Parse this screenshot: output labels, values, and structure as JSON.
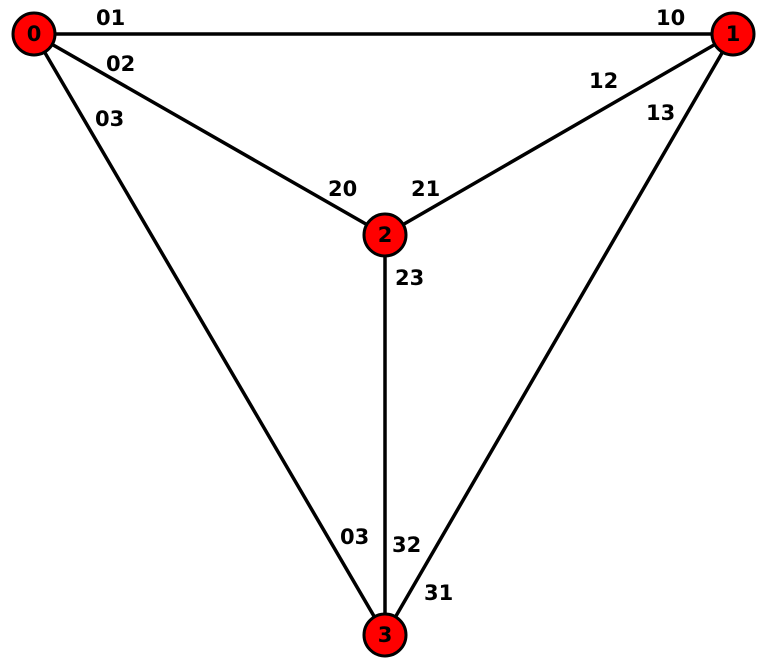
{
  "colors": {
    "node_fill": "#ff0000",
    "node_stroke": "#000000",
    "edge": "#000000",
    "background": "#ffffff"
  },
  "nodes": [
    {
      "id": "0",
      "label": "0"
    },
    {
      "id": "1",
      "label": "1"
    },
    {
      "id": "2",
      "label": "2"
    },
    {
      "id": "3",
      "label": "3"
    }
  ],
  "edges": [
    {
      "from": "0",
      "to": "1",
      "labels": [
        "01",
        "10"
      ]
    },
    {
      "from": "0",
      "to": "2",
      "labels": [
        "02",
        "20"
      ]
    },
    {
      "from": "0",
      "to": "3",
      "labels": [
        "03",
        "03"
      ]
    },
    {
      "from": "1",
      "to": "2",
      "labels": [
        "12",
        "21"
      ]
    },
    {
      "from": "1",
      "to": "3",
      "labels": [
        "13",
        "31"
      ]
    },
    {
      "from": "2",
      "to": "3",
      "labels": [
        "23",
        "32"
      ]
    }
  ]
}
